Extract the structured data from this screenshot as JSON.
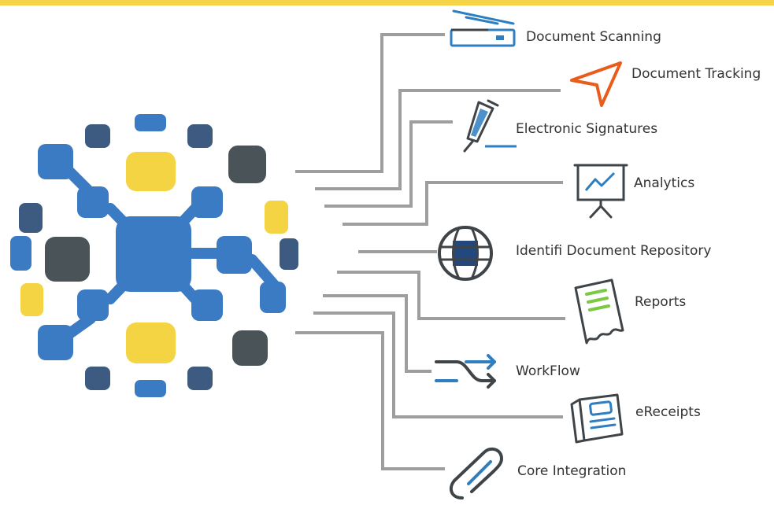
{
  "colors": {
    "top_bar": "#f5d547",
    "connector": "#9e9e9e",
    "tile_blue": "#3a7bc4",
    "tile_navy": "#3d5a80",
    "tile_slate": "#4a5458",
    "tile_yellow": "#f4d442",
    "icon_blue": "#2e7ec2",
    "icon_dark": "#3f4448",
    "icon_orange": "#e85d1c",
    "icon_green": "#7ac943",
    "icon_navy": "#23487e"
  },
  "hub": {
    "icon": "network-globe-icon"
  },
  "features": [
    {
      "label": "Document Scanning",
      "icon": "scanner-icon"
    },
    {
      "label": "Document Tracking",
      "icon": "location-arrow-icon"
    },
    {
      "label": "Electronic Signatures",
      "icon": "pen-signature-icon"
    },
    {
      "label": "Analytics",
      "icon": "presentation-chart-icon"
    },
    {
      "label": "Identifi Document Repository",
      "icon": "repository-globe-icon"
    },
    {
      "label": "Reports",
      "icon": "report-receipt-icon"
    },
    {
      "label": "WorkFlow",
      "icon": "shuffle-arrows-icon"
    },
    {
      "label": "eReceipts",
      "icon": "newspaper-icon"
    },
    {
      "label": "Core Integration",
      "icon": "paperclip-icon"
    }
  ]
}
